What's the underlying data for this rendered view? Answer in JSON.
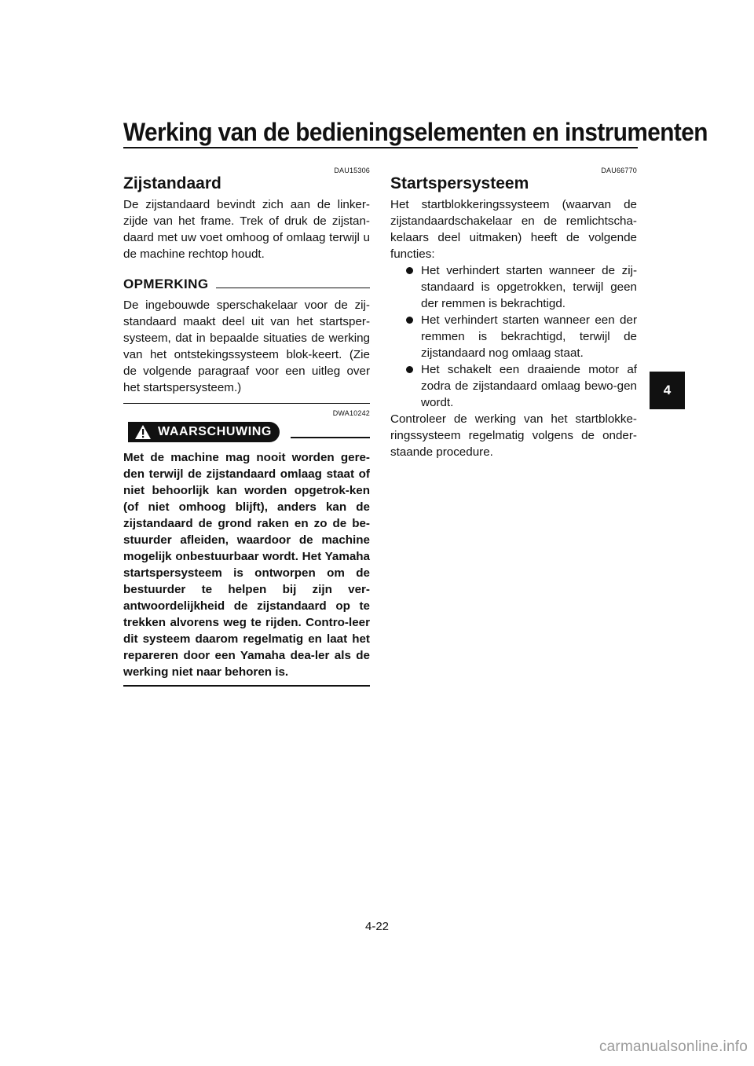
{
  "header": {
    "title": "Werking van de bedieningselementen en instrumenten"
  },
  "left": {
    "section_code": "DAU15306",
    "heading": "Zijstandaard",
    "paragraph": "De zijstandaard bevindt zich aan de linker-zijde van het frame. Trek of druk de zijstan-daard met uw voet omhoog of omlaag terwijl u de machine rechtop houdt.",
    "note": {
      "title": "OPMERKING",
      "text": "De ingebouwde sperschakelaar voor de zij-standaard maakt deel uit van het startsper-systeem, dat in bepaalde situaties de werking van het ontstekingssysteem blok-keert. (Zie de volgende paragraaf voor een uitleg over het startspersysteem.)"
    },
    "warning": {
      "code": "DWA10242",
      "title": "WAARSCHUWING",
      "text": "Met de machine mag nooit worden gere-den terwijl de zijstandaard omlaag staat of niet behoorlijk kan worden opgetrok-ken (of niet omhoog blijft), anders kan de zijstandaard de grond raken en zo de be-stuurder afleiden, waardoor de machine mogelijk onbestuurbaar wordt. Het Yamaha startspersysteem is ontworpen om de bestuurder te helpen bij zijn ver-antwoordelijkheid de zijstandaard op te trekken alvorens weg te rijden. Contro-leer dit systeem daarom regelmatig en laat het repareren door een Yamaha dea-ler als de werking niet naar behoren is."
    }
  },
  "right": {
    "section_code": "DAU66770",
    "heading": "Startspersysteem",
    "intro": "Het startblokkeringssysteem (waarvan de zijstandaardschakelaar en de remlichtscha-kelaars deel uitmaken) heeft de volgende functies:",
    "bullets": [
      "Het verhindert starten wanneer de zij-standaard is opgetrokken, terwijl geen der remmen is bekrachtigd.",
      "Het verhindert starten wanneer een der remmen is bekrachtigd, terwijl de zijstandaard nog omlaag staat.",
      "Het schakelt een draaiende motor af zodra de zijstandaard omlaag bewo-gen wordt."
    ],
    "closing": "Controleer de werking van het startblokke-ringssysteem regelmatig volgens de onder-staande procedure."
  },
  "chapter_tab": "4",
  "page_number": "4-22",
  "watermark": "carmanualsonline.info"
}
